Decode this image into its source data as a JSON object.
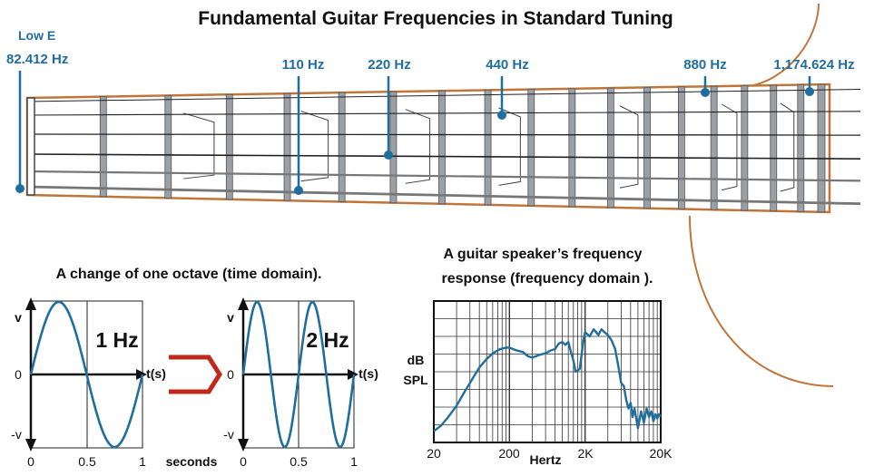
{
  "title": "Fundamental Guitar Frequencies in Standard Tuning",
  "colors": {
    "accent_blue": "#1f6e9e",
    "orange": "#c0763a",
    "red_arrow": "#c0281e",
    "fret": "#9aa0a6",
    "text": "#111111"
  },
  "fretboard": {
    "markers": [
      {
        "id": "low-e",
        "label_top": "Low E",
        "label": "82.412 Hz"
      },
      {
        "id": "110",
        "label": "110 Hz"
      },
      {
        "id": "220",
        "label": "220 Hz"
      },
      {
        "id": "440",
        "label": "440 Hz"
      },
      {
        "id": "880",
        "label": "880 Hz"
      },
      {
        "id": "1174",
        "label": "1,174.624 Hz"
      }
    ]
  },
  "time_domain": {
    "title": "A change of one octave  (time domain).",
    "seconds_label": "seconds",
    "panel1": {
      "freq_label": "1 Hz",
      "y_labels": [
        "v",
        "0",
        "-v"
      ],
      "t_label": "t(s)",
      "x_ticks": [
        "0",
        "0.5",
        "1"
      ],
      "cycles": 1
    },
    "panel2": {
      "freq_label": "2 Hz",
      "y_labels": [
        "v",
        "0",
        "-v"
      ],
      "t_label": "t(s)",
      "x_ticks": [
        "0",
        "0.5",
        "1"
      ],
      "cycles": 2
    }
  },
  "frequency_domain": {
    "title_line1": "A guitar speaker’s frequency",
    "title_line2": "response  (frequency domain ).",
    "ylabel_line1": "dB",
    "ylabel_line2": "SPL",
    "xlabel": "Hertz",
    "x_ticks": [
      "20",
      "200",
      "2K",
      "20K"
    ]
  },
  "chart_data": [
    {
      "type": "line",
      "title": "",
      "xlabel": "t(s)",
      "ylabel": "v",
      "xlim": [
        0,
        1
      ],
      "ylim": [
        -1,
        1
      ],
      "x": [
        0,
        0.125,
        0.25,
        0.375,
        0.5,
        0.625,
        0.75,
        0.875,
        1
      ],
      "series": [
        {
          "values": [
            0,
            0.707,
            1,
            0.707,
            0,
            -0.707,
            -1,
            -0.707,
            0
          ]
        }
      ]
    },
    {
      "type": "line",
      "title": "",
      "xlabel": "t(s)",
      "ylabel": "v",
      "xlim": [
        0,
        1
      ],
      "ylim": [
        -1,
        1
      ],
      "x": [
        0,
        0.0625,
        0.125,
        0.1875,
        0.25,
        0.3125,
        0.375,
        0.4375,
        0.5,
        0.5625,
        0.625,
        0.6875,
        0.75,
        0.8125,
        0.875,
        0.9375,
        1
      ],
      "series": [
        {
          "values": [
            0,
            0.707,
            1,
            0.707,
            0,
            -0.707,
            -1,
            -0.707,
            0,
            0.707,
            1,
            0.707,
            0,
            -0.707,
            -1,
            -0.707,
            0
          ]
        }
      ]
    },
    {
      "type": "line",
      "title": "",
      "xlabel": "Hertz",
      "ylabel": "dB SPL",
      "x_scale": "log",
      "xlim": [
        20,
        20000
      ],
      "grid": true,
      "x": [
        20,
        25,
        30,
        40,
        50,
        60,
        70,
        80,
        100,
        120,
        150,
        180,
        200,
        250,
        300,
        350,
        400,
        450,
        500,
        600,
        700,
        800,
        900,
        1000,
        1100,
        1200,
        1300,
        1400,
        1500,
        1700,
        1900,
        2000,
        2300,
        2600,
        3000,
        3300,
        3600,
        4000,
        4500,
        5000,
        5500,
        6000,
        6500,
        7000,
        7500,
        8000,
        8500,
        9000,
        10000,
        11000,
        12000,
        13000,
        14000,
        15000,
        16000,
        17000,
        18000,
        19000,
        20000
      ],
      "series": [
        {
          "values": [
            8,
            12,
            17,
            26,
            35,
            42,
            48,
            53,
            59,
            63,
            66,
            67,
            67,
            65,
            64,
            61,
            60,
            61,
            62,
            63,
            65,
            66,
            70,
            71,
            69,
            71,
            64,
            58,
            50,
            52,
            72,
            78,
            75,
            80,
            76,
            80,
            78,
            76,
            72,
            66,
            54,
            42,
            40,
            30,
            24,
            28,
            18,
            24,
            10,
            22,
            14,
            24,
            18,
            22,
            15,
            20,
            17,
            20,
            18
          ]
        }
      ]
    }
  ]
}
